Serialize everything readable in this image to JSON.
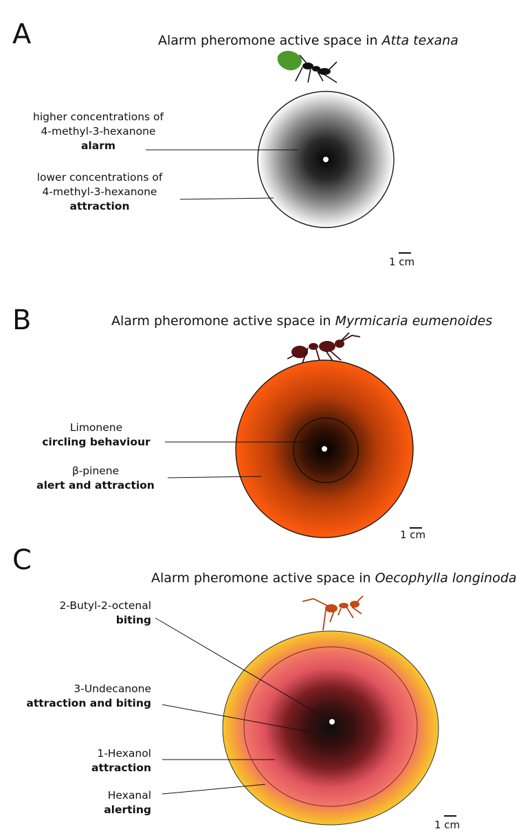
{
  "panels": [
    {
      "letter": "A",
      "title_prefix": "Alarm pheromone active space in ",
      "species": "Atta texana",
      "labels": [
        {
          "chemical": "higher concentrations of",
          "chemical2": "4-methyl-3-hexanone",
          "behaviour": "alarm"
        },
        {
          "chemical": "lower concentrations of",
          "chemical2": "4-methyl-3-hexanone",
          "behaviour": "attraction"
        }
      ],
      "scale": "1 cm",
      "icon": "leafcutter-ant-icon",
      "colors": {
        "center": "#0a0a0a",
        "edge": "#ffffff",
        "outline": "#1a1a1a"
      }
    },
    {
      "letter": "B",
      "title_prefix": "Alarm pheromone active space in ",
      "species": "Myrmicaria eumenoides",
      "labels": [
        {
          "chemical": "Limonene",
          "behaviour": "circling behaviour"
        },
        {
          "chemical": "β-pinene",
          "behaviour": "alert and attraction"
        }
      ],
      "scale": "1 cm",
      "icon": "dark-red-ant-icon",
      "colors": {
        "center": "#000000",
        "edge": "#ff5a0a",
        "outline": "#1a1a1a"
      }
    },
    {
      "letter": "C",
      "title_prefix": "Alarm pheromone active space in ",
      "species": "Oecophylla longinoda",
      "labels": [
        {
          "chemical": "2-Butyl-2-octenal",
          "behaviour": "biting"
        },
        {
          "chemical": "3-Undecanone",
          "behaviour": "attraction and biting"
        },
        {
          "chemical": "1-Hexanol",
          "behaviour": "attraction"
        },
        {
          "chemical": "Hexanal",
          "behaviour": "alerting"
        }
      ],
      "scale": "1 cm",
      "icon": "weaver-ant-icon",
      "colors": {
        "center": "#111111",
        "mid": "#6e1a1a",
        "pink": "#f06a72",
        "edge": "#f7c12a",
        "outline": "#333333"
      }
    }
  ]
}
